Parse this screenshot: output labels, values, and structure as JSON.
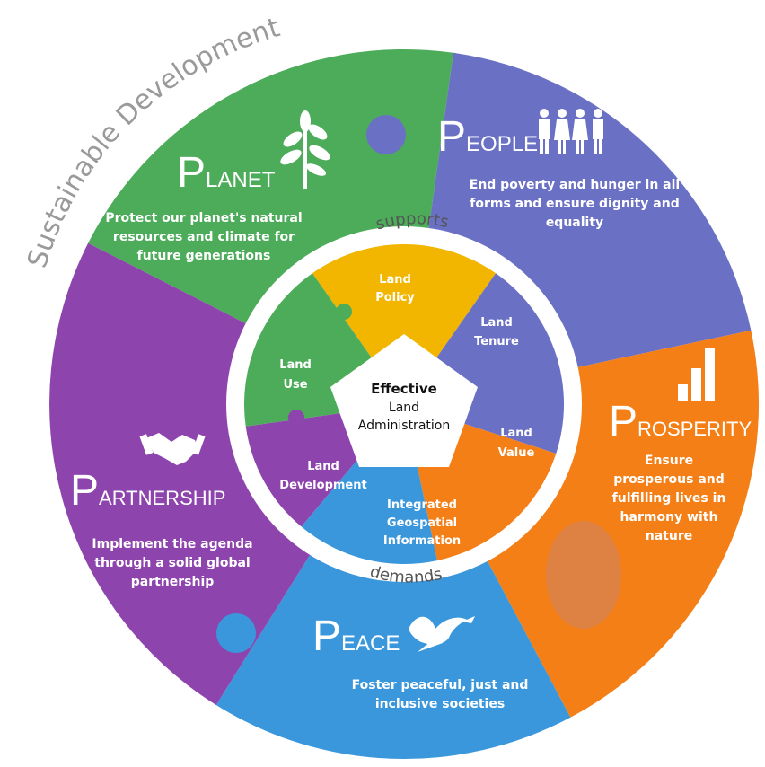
{
  "arc_title": "Sustainable Development",
  "ring": {
    "top_word": "supports",
    "bottom_word": "demands"
  },
  "center": {
    "line1": "Effective",
    "line2": "Land",
    "line3": "Administration"
  },
  "pillars": {
    "planet": {
      "cap": "P",
      "rest": "LANET",
      "desc": [
        "Protect our planet's natural",
        "resources and climate for",
        "future generations"
      ],
      "color": "#4cac5a",
      "icon": "plant-icon"
    },
    "people": {
      "cap": "P",
      "rest": "EOPLE",
      "desc": [
        "End poverty and hunger in all",
        "forms and ensure dignity and",
        "equality"
      ],
      "color": "#6a70c4",
      "icon": "people-icon"
    },
    "prosperity": {
      "cap": "P",
      "rest": "ROSPERITY",
      "desc": [
        "Ensure",
        "prosperous and",
        "fulfilling lives in",
        "harmony with",
        "nature"
      ],
      "color": "#f57f17",
      "icon": "bar-chart-icon"
    },
    "peace": {
      "cap": "P",
      "rest": "EACE",
      "desc": [
        "Foster peaceful, just and",
        "inclusive societies"
      ],
      "color": "#3a97dc",
      "icon": "dove-icon"
    },
    "partnership": {
      "cap": "P",
      "rest": "ARTNERSHIP",
      "desc": [
        "Implement the agenda",
        "through a solid global",
        "partnership"
      ],
      "color": "#8e44ad",
      "icon": "handshake-icon"
    }
  },
  "inner_segments": {
    "land_policy": [
      "Land",
      "Policy"
    ],
    "land_tenure": [
      "Land",
      "Tenure"
    ],
    "land_value": [
      "Land",
      "Value"
    ],
    "integrated_geo": [
      "Integrated",
      "Geospatial",
      "Information"
    ],
    "land_development": [
      "Land",
      "Development"
    ],
    "land_use": [
      "Land",
      "Use"
    ]
  },
  "inner_colors": {
    "land_policy": "#f2b600",
    "land_tenure": "#6a70c4",
    "land_value": "#f57f17",
    "integrated_geo": "#3a97dc",
    "land_development": "#8e44ad",
    "land_use": "#4cac5a"
  }
}
